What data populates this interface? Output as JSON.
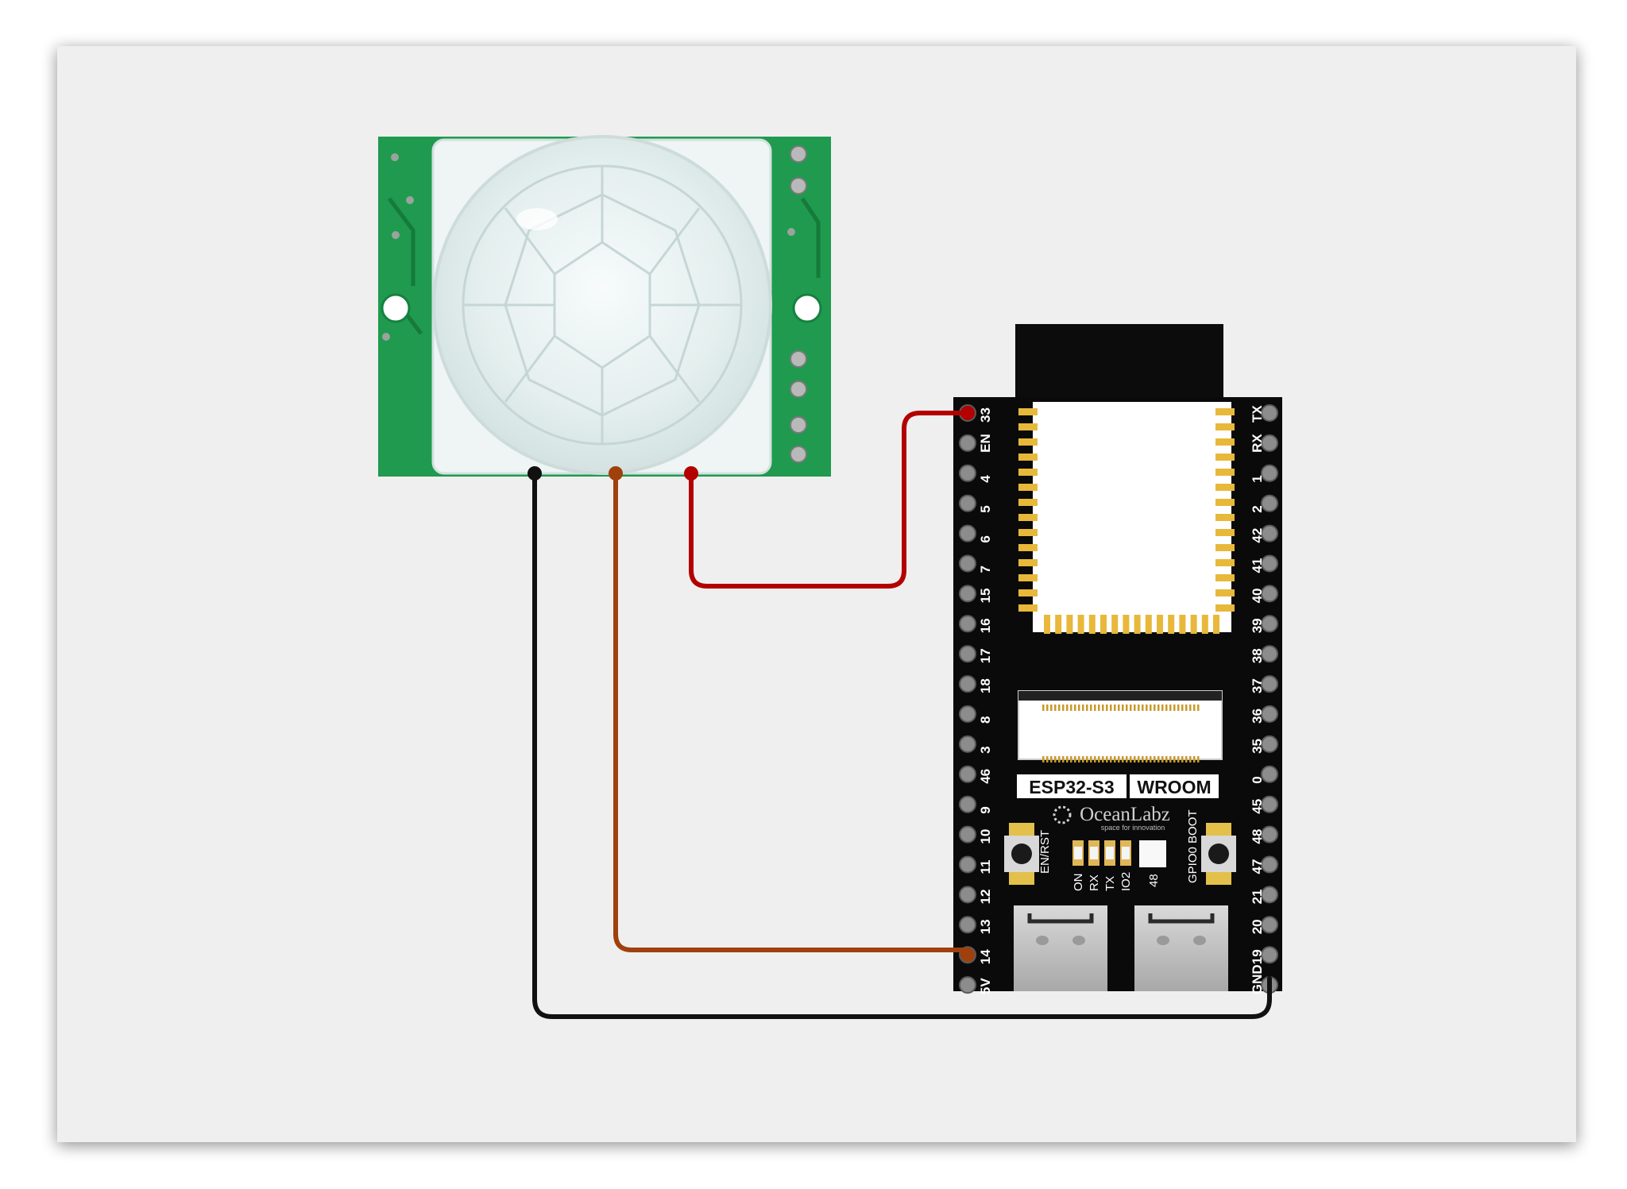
{
  "components": {
    "pir_sensor": {},
    "esp32_board": {
      "module_label": "ESP32-S3",
      "variant_label": "WROOM",
      "brand_name": "OceanLabz",
      "brand_tagline": "space for innovation",
      "button_rst_label": "EN/RST",
      "button_boot_label": "GPIO0 BOOT",
      "led_labels": [
        "ON",
        "RX",
        "TX",
        "IO2"
      ],
      "rgb_led_label": "48",
      "left_pins": [
        "33",
        "EN",
        "4",
        "5",
        "6",
        "7",
        "15",
        "16",
        "17",
        "18",
        "8",
        "3",
        "46",
        "9",
        "10",
        "11",
        "12",
        "13",
        "14",
        "5V"
      ],
      "right_pins": [
        "TX",
        "RX",
        "1",
        "2",
        "42",
        "41",
        "40",
        "39",
        "38",
        "37",
        "36",
        "35",
        "0",
        "45",
        "48",
        "47",
        "21",
        "20",
        "19",
        "GND"
      ]
    }
  },
  "wires": [
    {
      "from": "PIR VCC",
      "to": "ESP32 33",
      "color": "#b30000"
    },
    {
      "from": "PIR OUT",
      "to": "ESP32 14",
      "color": "#a0400c"
    },
    {
      "from": "PIR GND",
      "to": "ESP32 GND",
      "color": "#111111"
    }
  ]
}
